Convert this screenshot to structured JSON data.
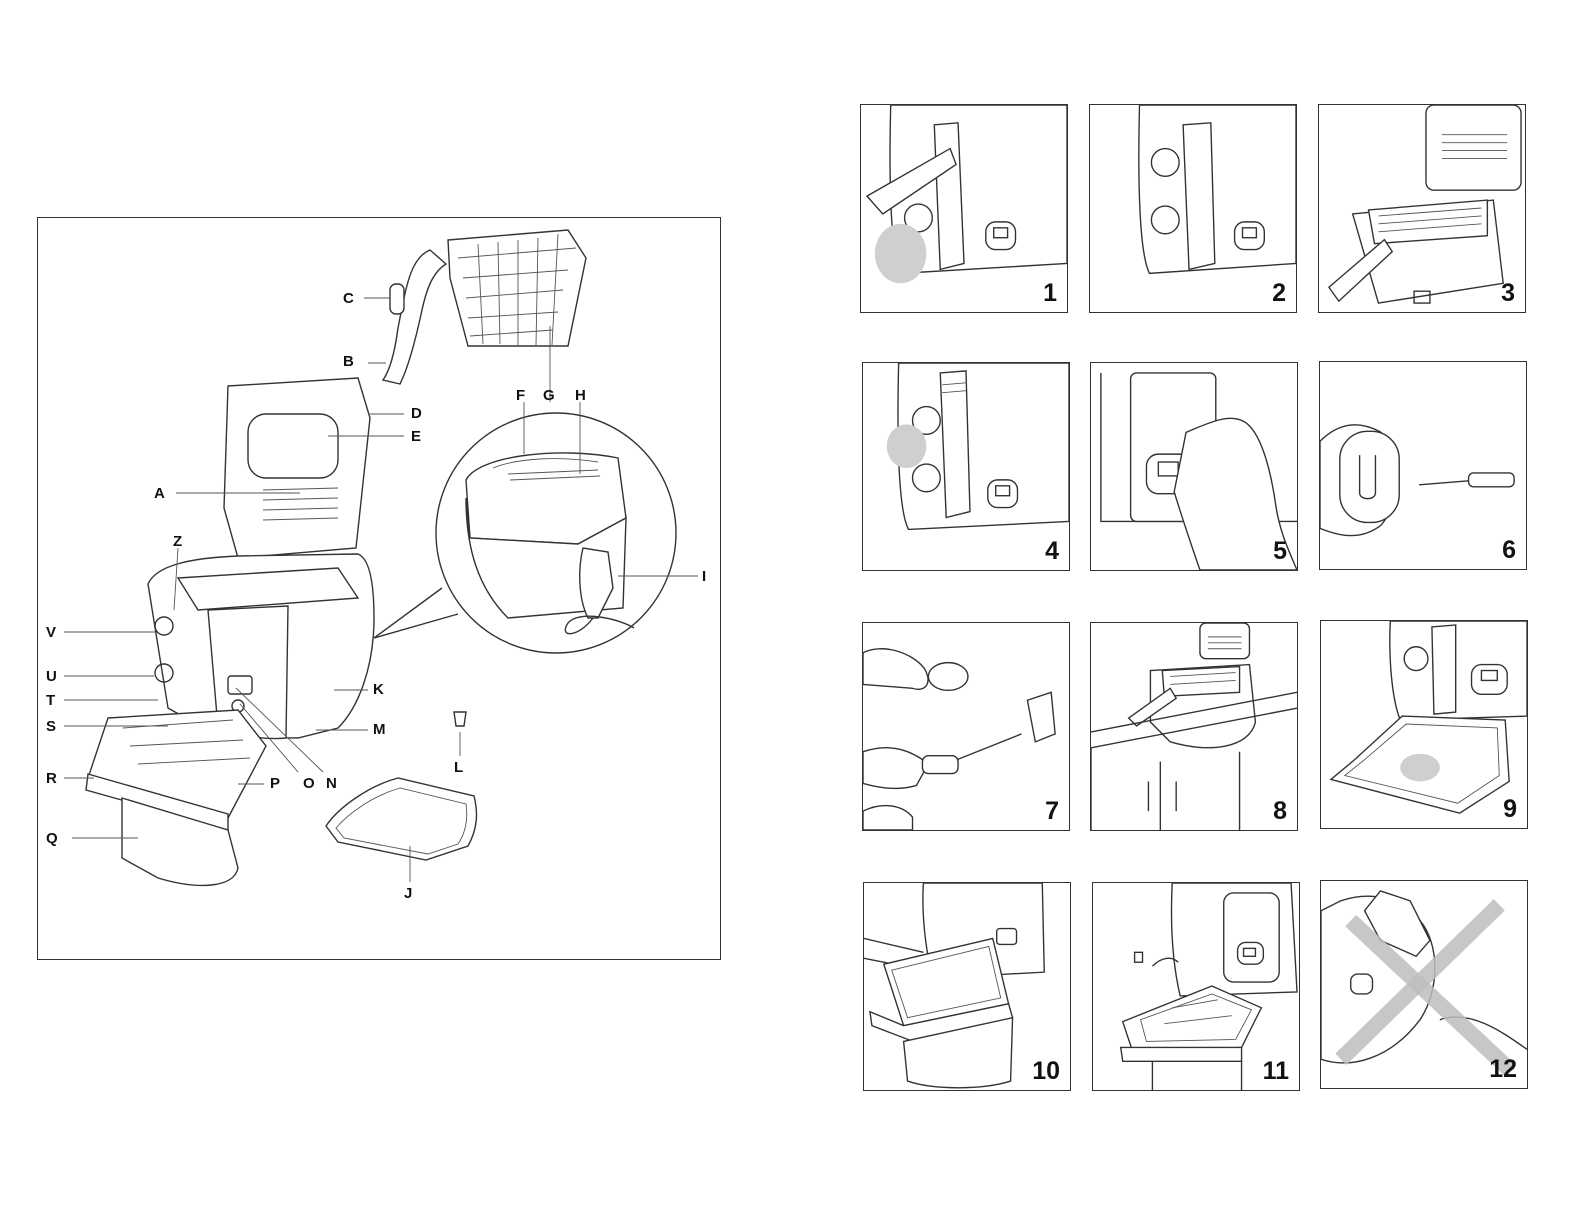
{
  "main_figure": {
    "callouts": [
      "A",
      "B",
      "C",
      "D",
      "E",
      "F",
      "G",
      "H",
      "I",
      "J",
      "K",
      "L",
      "M",
      "N",
      "O",
      "P",
      "Q",
      "R",
      "S",
      "T",
      "U",
      "V",
      "Z"
    ]
  },
  "steps": [
    {
      "number": "1"
    },
    {
      "number": "2"
    },
    {
      "number": "3"
    },
    {
      "number": "4"
    },
    {
      "number": "5"
    },
    {
      "number": "6"
    },
    {
      "number": "7"
    },
    {
      "number": "8"
    },
    {
      "number": "9"
    },
    {
      "number": "10"
    },
    {
      "number": "11"
    },
    {
      "number": "12"
    }
  ]
}
